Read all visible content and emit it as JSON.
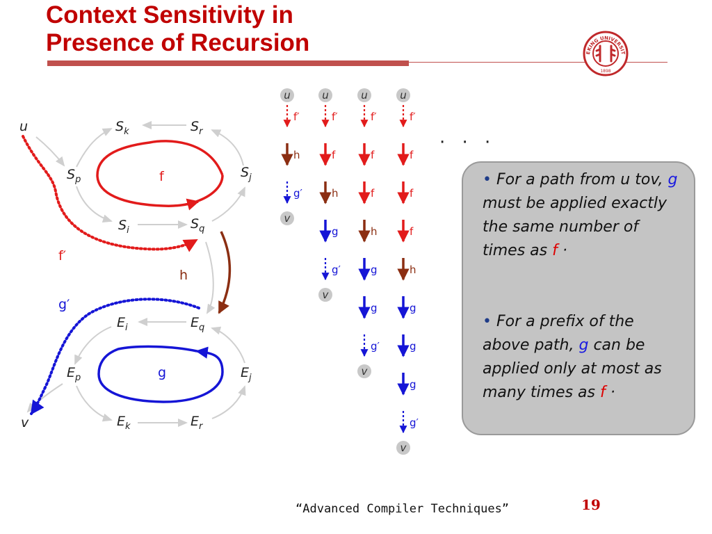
{
  "title": {
    "line1": "Context Sensitivity in",
    "line2": "Presence of Recursion"
  },
  "logo": {
    "text_top": "PEKING UNIVERSITY",
    "year": "1898"
  },
  "graph": {
    "nodes": {
      "u": "u",
      "v": "v",
      "S": "S",
      "E": "E",
      "subs": {
        "k": "k",
        "r": "r",
        "p": "p",
        "j": "j",
        "i": "i",
        "q": "q"
      }
    },
    "loop_f": "f",
    "loop_g": "g",
    "fprime": "f′",
    "gprime": "g′",
    "h": "h"
  },
  "columns": [
    [
      "f′",
      "h",
      "g′"
    ],
    [
      "f′",
      "f",
      "h",
      "g",
      "g′"
    ],
    [
      "f′",
      "f",
      "f",
      "h",
      "g",
      "g",
      "g′"
    ],
    [
      "f′",
      "f",
      "f",
      "f",
      "h",
      "g",
      "g",
      "g",
      "g′"
    ]
  ],
  "column_u": "u",
  "column_v": "v",
  "ellipsis": "· · ·",
  "box": {
    "bullet": "•",
    "p1_a": "For a path from u tov,",
    "p1_g": "g",
    "p1_b": "must be applied exactly the same number of times as",
    "p1_f": "f",
    "p1_end": "·",
    "p2_a": "For a prefix of the above path,",
    "p2_g": "g",
    "p2_b": "can be applied only at most as many times as",
    "p2_f": "f",
    "p2_end": "·"
  },
  "footer": "“Advanced Compiler Techniques”",
  "page_number": "19",
  "colors": {
    "title": "#c00000",
    "accent_bar": "#c0504d",
    "red_edge": "#e21b1b",
    "blue_edge": "#1515d6",
    "brown_edge": "#8b2e12",
    "gray_edge": "#cfcfcf",
    "box_bg": "#c4c4c4"
  }
}
